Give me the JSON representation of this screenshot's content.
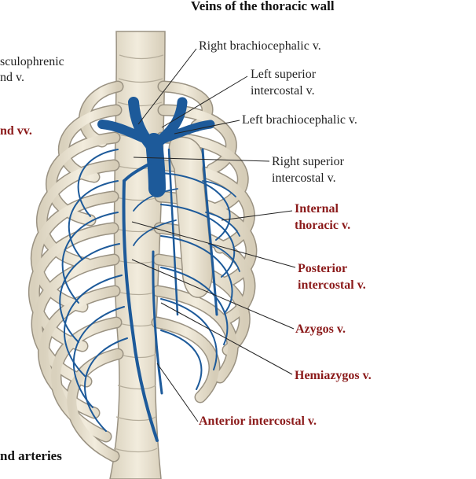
{
  "title": "Veins of the thoracic wall",
  "left_fragments": {
    "line1": "sculophrenic",
    "line2": "nd v.",
    "line3": "nd vv.",
    "bottom": "nd arteries"
  },
  "labels": {
    "right_brachiocephalic": "Right brachiocephalic v.",
    "left_superior_intercostal_1": "Left superior",
    "left_superior_intercostal_2": "intercostal v.",
    "left_brachiocephalic": "Left brachiocephalic v.",
    "right_superior_intercostal_1": "Right superior",
    "right_superior_intercostal_2": "intercostal v.",
    "internal_thoracic_1": "Internal",
    "internal_thoracic_2": "thoracic v.",
    "posterior_intercostal_1": "Posterior",
    "posterior_intercostal_2": "intercostal v.",
    "azygos": "Azygos v.",
    "hemiazygos": "Hemiazygos v.",
    "anterior_intercostal": "Anterior intercostal v."
  },
  "colors": {
    "vein": "#1d5a9a",
    "bone": "#ece5d4",
    "bone_outline": "#9a9282",
    "accent_label": "#8b1a1a",
    "leader": "#222222"
  }
}
